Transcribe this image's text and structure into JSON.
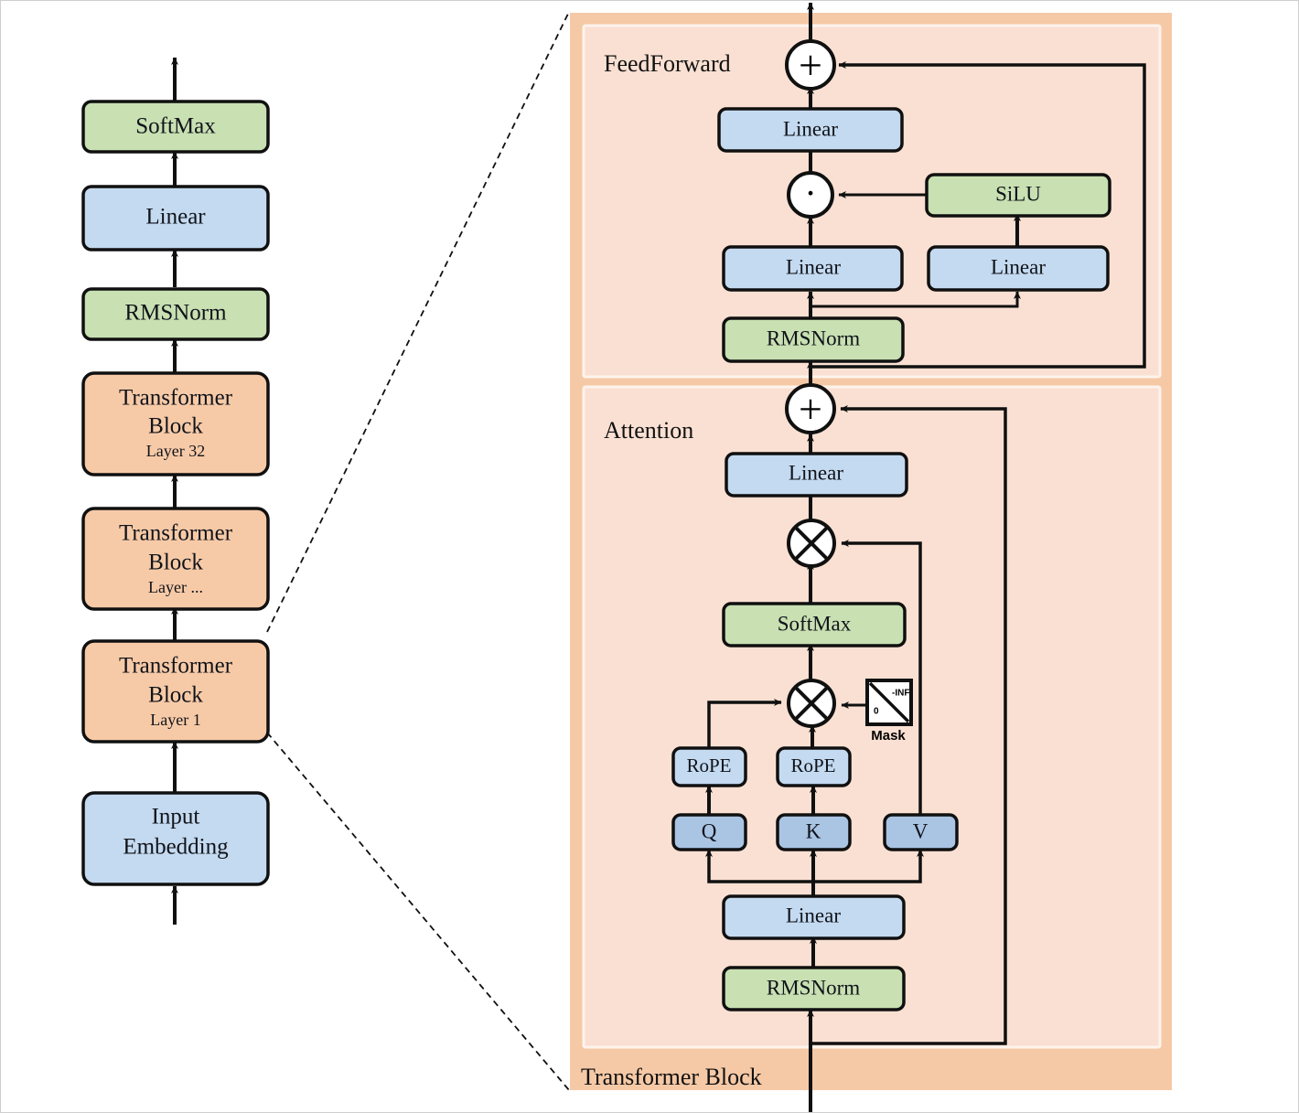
{
  "diagram": {
    "title": "Transformer (LLaMA-style) architecture block diagram",
    "colors": {
      "blue": "#c4daf0",
      "blue_dark": "#aac4e4",
      "green": "#c8e0b2",
      "peach": "#f7caa7",
      "panel_outer": "#f6c9a6",
      "panel_inner": "#fae0d2",
      "stroke": "#101010",
      "page_border": "#cfcfcf"
    }
  },
  "stack": {
    "name": "model-stack",
    "nodes": [
      {
        "id": "softmax",
        "label": "SoftMax",
        "color": "green",
        "size": "lg"
      },
      {
        "id": "linear-head",
        "label": "Linear",
        "color": "blue",
        "size": "lg"
      },
      {
        "id": "rmsnorm-final",
        "label": "RMSNorm",
        "color": "green",
        "size": "lg"
      },
      {
        "id": "block-32",
        "label": "Transformer",
        "label2": "Block",
        "sublabel": "Layer 32",
        "color": "peach",
        "size": "lg"
      },
      {
        "id": "block-dots",
        "label": "Transformer",
        "label2": "Block",
        "sublabel": "Layer ...",
        "color": "peach",
        "size": "lg"
      },
      {
        "id": "block-1",
        "label": "Transformer",
        "label2": "Block",
        "sublabel": "Layer 1",
        "color": "peach",
        "size": "lg"
      },
      {
        "id": "input-embedding",
        "label": "Input",
        "label2": "Embedding",
        "color": "blue",
        "size": "lg"
      }
    ]
  },
  "detail": {
    "outer_label": "Transformer Block",
    "feedforward": {
      "label": "FeedForward",
      "nodes": [
        {
          "id": "ff-add",
          "label": "+",
          "kind": "op-add"
        },
        {
          "id": "ff-linear-out",
          "label": "Linear",
          "color": "blue",
          "size": "md"
        },
        {
          "id": "ff-mul",
          "label": "·",
          "kind": "op-dot"
        },
        {
          "id": "ff-silu",
          "label": "SiLU",
          "color": "green",
          "size": "md"
        },
        {
          "id": "ff-linear-gate",
          "label": "Linear",
          "color": "blue",
          "size": "md"
        },
        {
          "id": "ff-linear-up",
          "label": "Linear",
          "color": "blue",
          "size": "md"
        },
        {
          "id": "ff-rmsnorm",
          "label": "RMSNorm",
          "color": "green",
          "size": "md"
        }
      ]
    },
    "attention": {
      "label": "Attention",
      "nodes": [
        {
          "id": "attn-add",
          "label": "+",
          "kind": "op-add"
        },
        {
          "id": "attn-linear-out",
          "label": "Linear",
          "color": "blue",
          "size": "md"
        },
        {
          "id": "attn-matmul-2",
          "label": "×",
          "kind": "op-times"
        },
        {
          "id": "attn-softmax",
          "label": "SoftMax",
          "color": "green",
          "size": "md"
        },
        {
          "id": "attn-matmul-1",
          "label": "×",
          "kind": "op-times"
        },
        {
          "id": "attn-rope-q",
          "label": "RoPE",
          "color": "blue",
          "size": "sm"
        },
        {
          "id": "attn-rope-k",
          "label": "RoPE",
          "color": "blue",
          "size": "sm"
        },
        {
          "id": "attn-q",
          "label": "Q",
          "color": "blue_dark",
          "size": "md"
        },
        {
          "id": "attn-k",
          "label": "K",
          "color": "blue_dark",
          "size": "md"
        },
        {
          "id": "attn-v",
          "label": "V",
          "color": "blue_dark",
          "size": "md"
        },
        {
          "id": "attn-linear-qkv",
          "label": "Linear",
          "color": "blue",
          "size": "md"
        },
        {
          "id": "attn-rmsnorm",
          "label": "RMSNorm",
          "color": "green",
          "size": "md"
        }
      ],
      "mask": {
        "id": "mask",
        "label": "Mask",
        "upper_value": "-INF",
        "lower_value": "0"
      }
    }
  }
}
